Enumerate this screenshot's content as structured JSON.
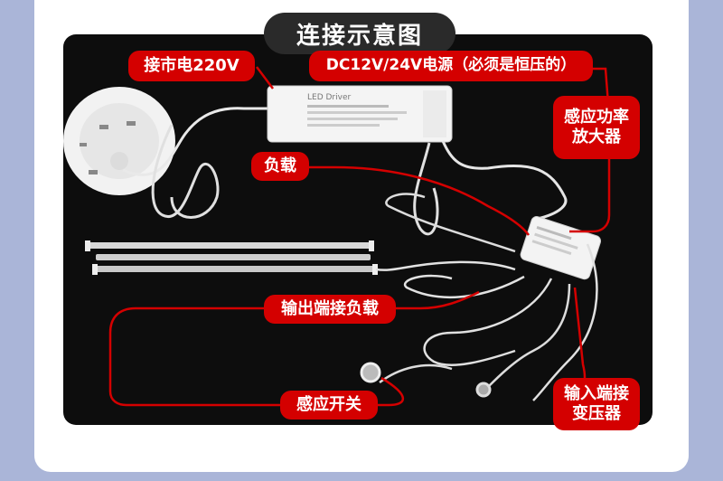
{
  "title": "连接示意图",
  "labels": {
    "mains": "接市电220V",
    "power_supply": "DC12V/24V电源（必须是恒压的）",
    "amplifier_line1": "感应功率",
    "amplifier_line2": "放大器",
    "load": "负载",
    "output_load": "输出端接负载",
    "input_line1": "输入端接",
    "input_line2": "变压器",
    "sensor_switch": "感应开关"
  },
  "device_text": {
    "driver_name": "LED Driver"
  },
  "colors": {
    "label_red": "#d40000",
    "stage_black": "#0d0d0d",
    "page_blue": "#aab5d8"
  }
}
